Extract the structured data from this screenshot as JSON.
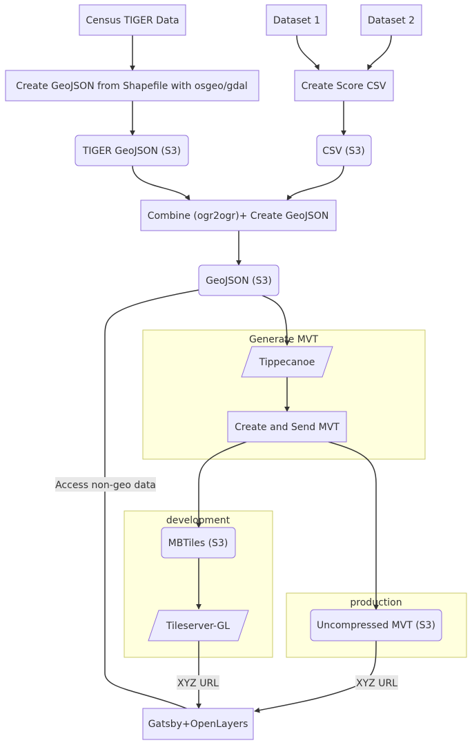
{
  "nodes": {
    "census_tiger_data": "Census TIGER Data",
    "dataset_1": "Dataset 1",
    "dataset_2": "Dataset 2",
    "create_geojson_shapefile": "Create GeoJSON from Shapefile with osgeo/gdal",
    "create_score_csv": "Create Score CSV",
    "tiger_geojson_s3": "TIGER GeoJSON (S3)",
    "csv_s3": "CSV (S3)",
    "combine_geojson": "Combine (ogr2ogr)+ Create GeoJSON",
    "geojson_s3": "GeoJSON (S3)",
    "tippecanoe": "Tippecanoe",
    "create_send_mvt": "Create and Send MVT",
    "mbtiles_s3": "MBTiles (S3)",
    "tileserver_gl": "Tileserver-GL",
    "uncompressed_mvt_s3": "Uncompressed MVT (S3)",
    "gatsby_openlayers": "Gatsby+OpenLayers"
  },
  "clusters": {
    "generate_mvt": "Generate MVT",
    "development": "development",
    "production": "production"
  },
  "edge_labels": {
    "access_non_geo": "Access non-geo data",
    "xyz_url_dev": "XYZ URL",
    "xyz_url_prod": "XYZ URL"
  },
  "colors": {
    "node_fill": "#ECECFF",
    "node_stroke": "#9370DB",
    "cluster_fill": "#ffffde",
    "cluster_stroke": "#c9c96a",
    "edge": "#333333",
    "edge_label_bg": "#e8e8e8"
  }
}
